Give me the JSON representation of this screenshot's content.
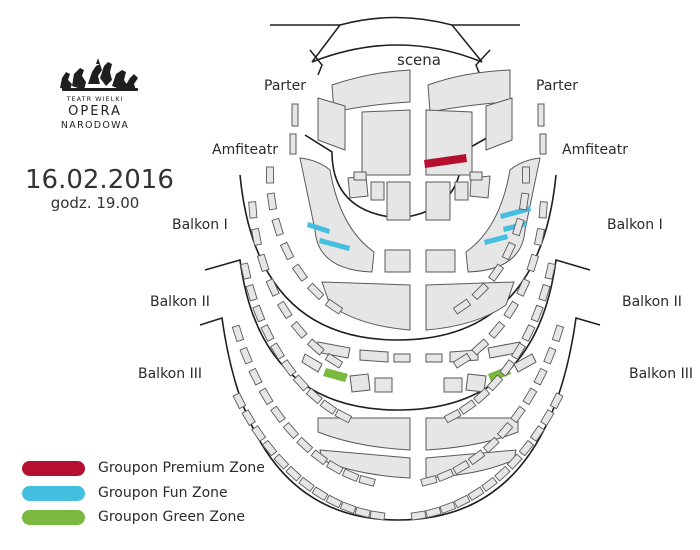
{
  "stage_label": "scena",
  "labels": {
    "parter": "Parter",
    "amfiteatr": "Amfiteatr",
    "balkon1": "Balkon I",
    "balkon2": "Balkon II",
    "balkon3": "Balkon III"
  },
  "logo": {
    "line1": "TEATR WIELKI",
    "line2": "OPERA",
    "line3": "NARODOWA"
  },
  "event": {
    "date": "16.02.2016",
    "time": "godz. 19.00"
  },
  "colors": {
    "premium": "#b5102f",
    "fun": "#45bfe0",
    "green": "#7ab83f",
    "block_fill": "#e6e6e6",
    "block_stroke": "#5a5a5a"
  },
  "legend": [
    {
      "label": "Groupon Premium Zone",
      "color": "#b5102f"
    },
    {
      "label": "Groupon Fun Zone",
      "color": "#45bfe0"
    },
    {
      "label": "Groupon Green Zone",
      "color": "#7ab83f"
    }
  ]
}
